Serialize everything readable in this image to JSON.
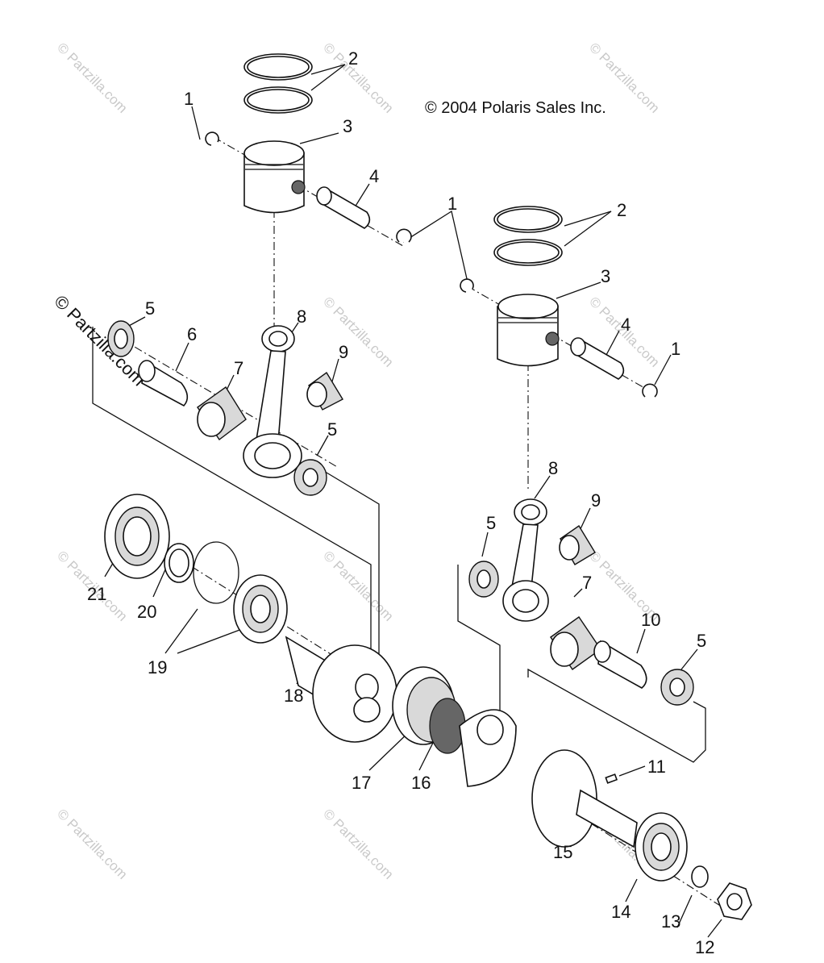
{
  "copyright": "© 2004 Polaris Sales Inc.",
  "watermark": "© Partzilla.com",
  "callouts": [
    "1",
    "2",
    "3",
    "4",
    "5",
    "6",
    "7",
    "8",
    "9",
    "10",
    "11",
    "12",
    "13",
    "14",
    "15",
    "16",
    "17",
    "18",
    "19",
    "20",
    "21"
  ]
}
